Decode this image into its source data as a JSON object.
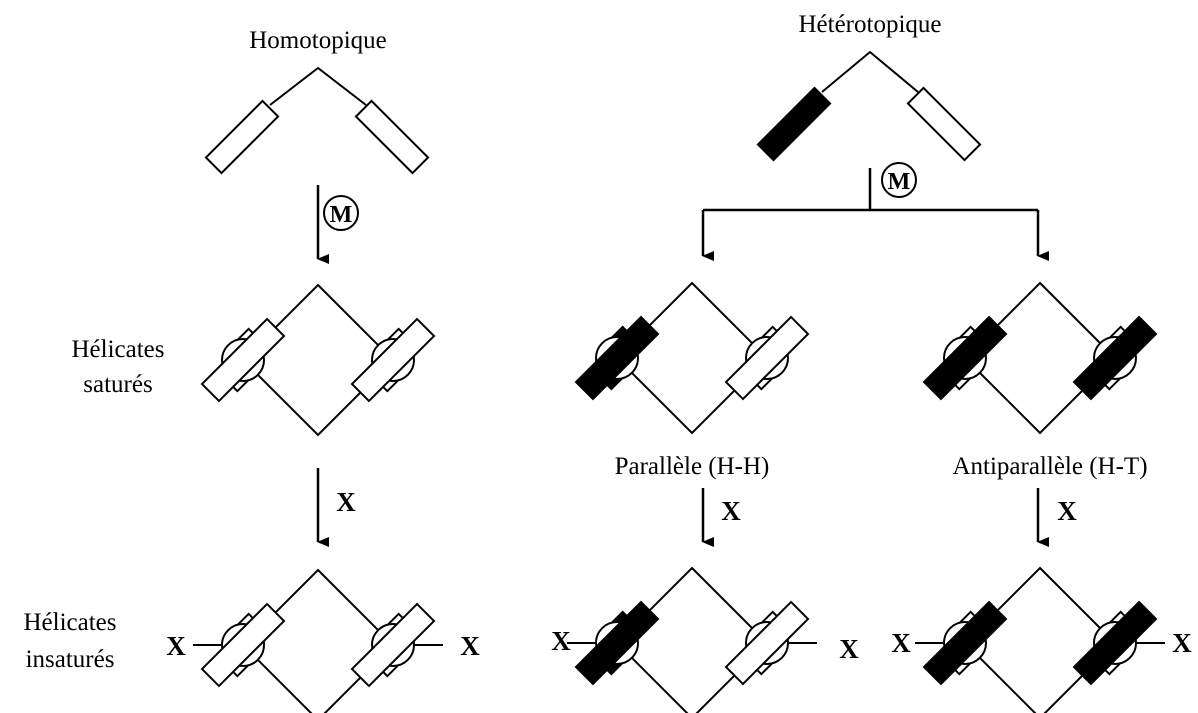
{
  "labels": {
    "homotopique": "Homotopique",
    "heterotopique": "Hétérotopique",
    "metal": "M",
    "helicates_satures_1": "Hélicates",
    "helicates_satures_2": "saturés",
    "helicates_insatures_1": "Hélicates",
    "helicates_insatures_2": "insaturés",
    "parallele": "Parallèle (H-H)",
    "antiparallele": "Antiparallèle (H-T)",
    "reagent_x": "X"
  },
  "colors": {
    "line": "#000000",
    "white_strand": "#ffffff",
    "black_strand": "#000000"
  }
}
